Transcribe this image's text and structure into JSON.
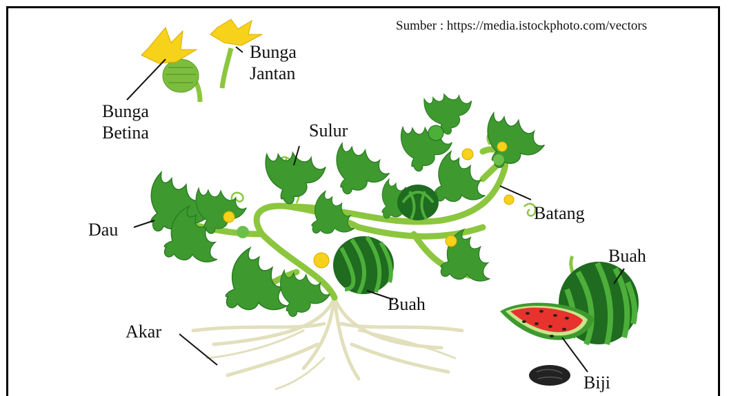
{
  "source": "Sumber : https://media.istockphoto.com/vectors",
  "labels": {
    "bunga_jantan": "Bunga\nJantan",
    "bunga_betina": "Bunga\nBetina",
    "sulur": "Sulur",
    "dau": "Dau",
    "batang": "Batang",
    "buah_vine": "Buah",
    "buah_whole": "Buah",
    "akar": "Akar",
    "biji": "Biji"
  },
  "colors": {
    "leaf": "#3e9a2f",
    "leaf_dark": "#2a7a22",
    "stem": "#8cc63f",
    "flower": "#f7d21a",
    "melon_light": "#4caf3a",
    "melon_dark": "#1f6b1f",
    "flesh": "#e8322d",
    "rind": "#9ed05b",
    "root": "#e6e3c4",
    "seed": "#222222"
  }
}
